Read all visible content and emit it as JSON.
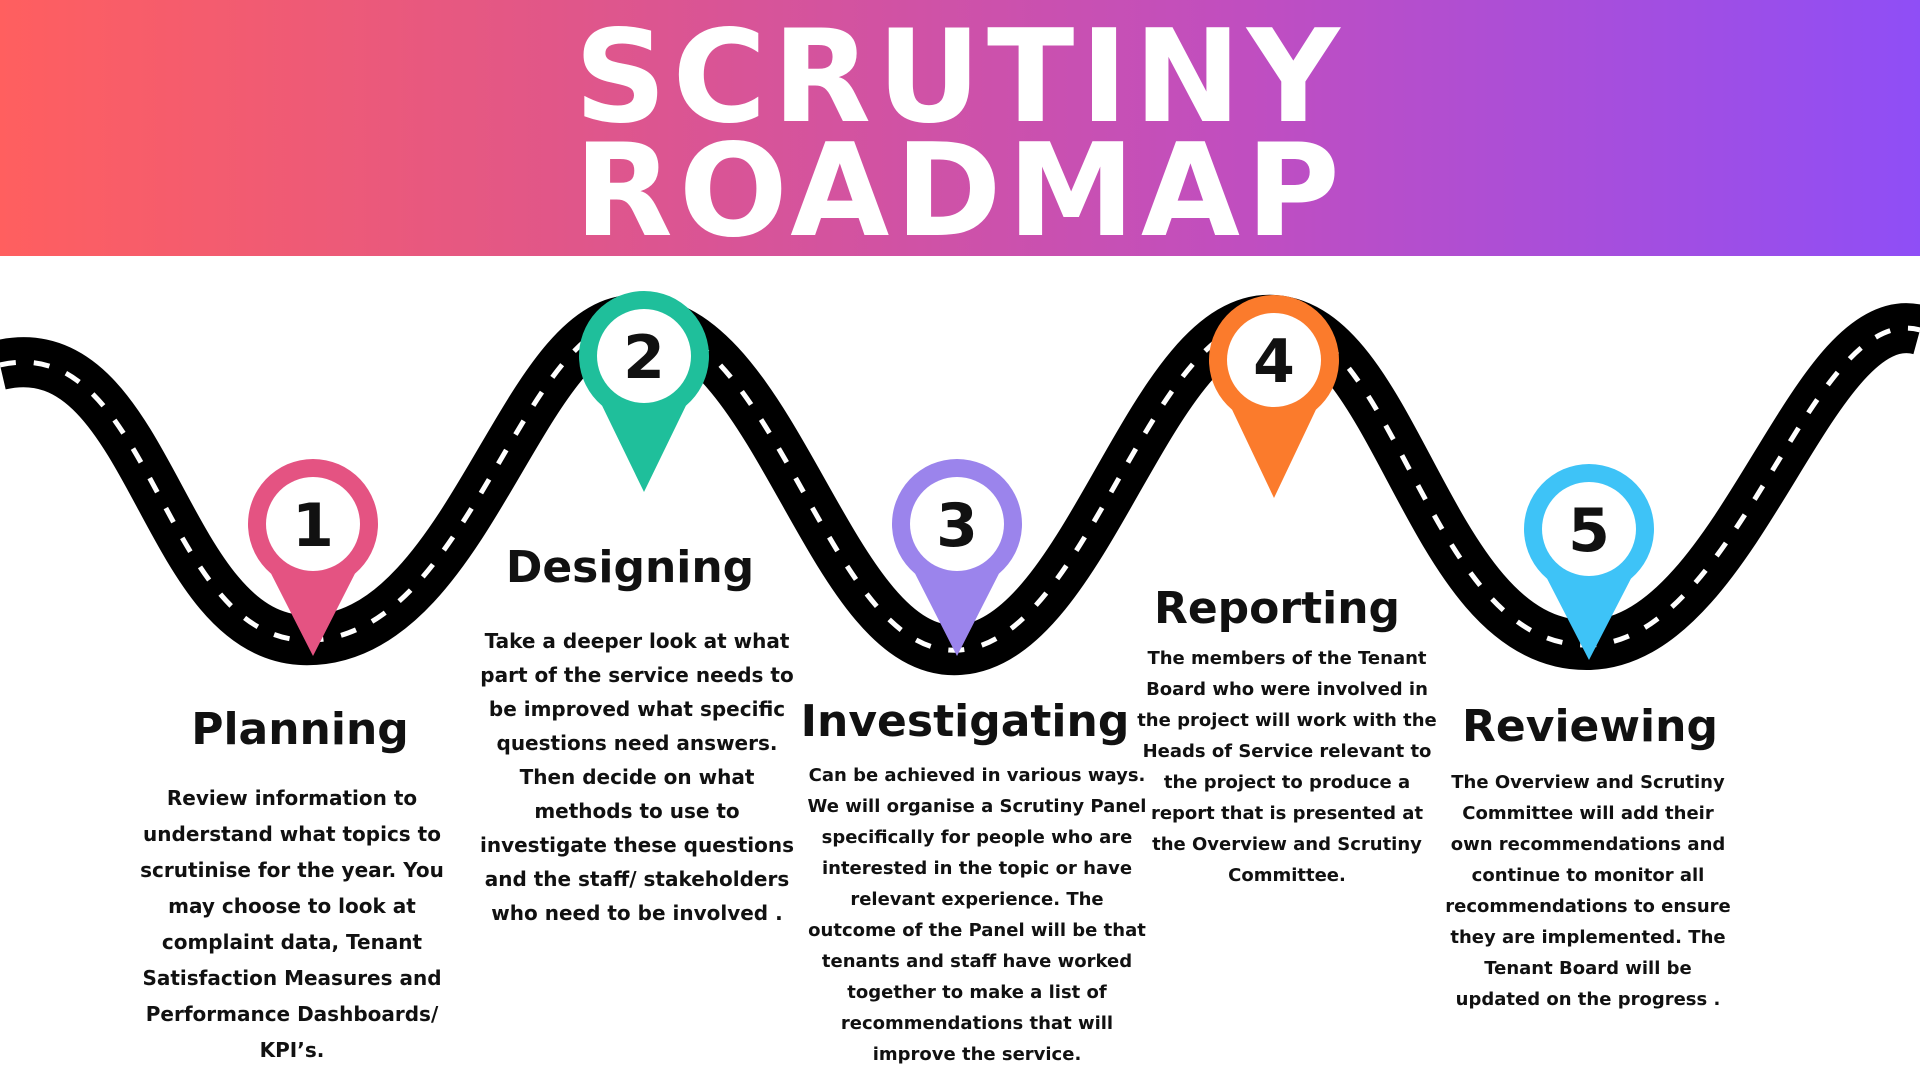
{
  "header": {
    "title_line1": "SCRUTINY",
    "title_line2": "ROADMAP"
  },
  "colors": {
    "banner_gradient": [
      "#ff5f5f",
      "#e0568a",
      "#c04ec0",
      "#8f4ef6"
    ],
    "road": "#000000",
    "lane_marks": "#ffffff"
  },
  "stages": [
    {
      "number": "1",
      "title": "Planning",
      "color": "#e45382",
      "description": "Review information to understand what topics to scrutinise for the year. You may choose to look at complaint data, Tenant Satisfaction Measures and Performance Dashboards/ KPI’s."
    },
    {
      "number": "2",
      "title": "Designing",
      "color": "#1fbf9b",
      "description": "Take a deeper look at what part of the service needs to be improved what specific questions need answers. Then decide on what methods to use to investigate these questions and the staff/ stakeholders who need to be involved ."
    },
    {
      "number": "3",
      "title": "Investigating",
      "color": "#9b84ec",
      "description": "Can be achieved in various ways. We will organise a Scrutiny Panel specifically for people who are interested in the topic or have relevant experience. The outcome of the Panel will be that tenants and staff have worked together to make a list of recommendations that will improve the service."
    },
    {
      "number": "4",
      "title": "Reporting",
      "color": "#fb7b2c",
      "description": "The members of the Tenant Board who were involved in the project will work with  the Heads of Service relevant to the project  to produce a report that is presented at the Overview and Scrutiny Committee."
    },
    {
      "number": "5",
      "title": "Reviewing",
      "color": "#3ec3f7",
      "description": "The Overview and Scrutiny Committee will add their own recommendations and continue to monitor all recommendations to ensure they are implemented. The Tenant Board will be updated on the progress ."
    }
  ]
}
